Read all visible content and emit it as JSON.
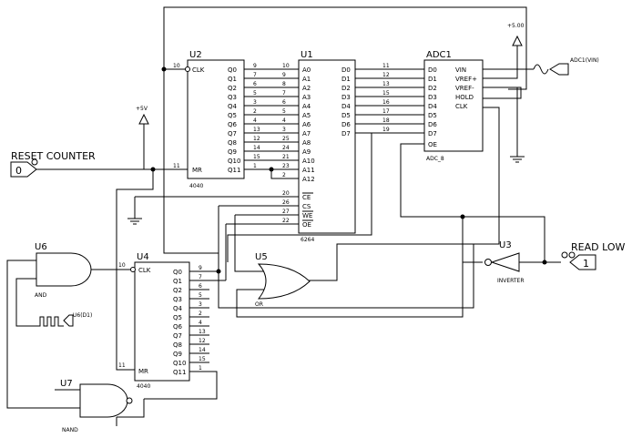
{
  "components": {
    "u2": {
      "ref": "U2",
      "part": "4040",
      "clk_label": "CLK",
      "mr_label": "MR",
      "clk_pin": "10",
      "mr_pin": "11",
      "outputs": [
        "Q0",
        "Q1",
        "Q2",
        "Q3",
        "Q4",
        "Q5",
        "Q6",
        "Q7",
        "Q8",
        "Q9",
        "Q10",
        "Q11"
      ],
      "output_pins": [
        "9",
        "7",
        "6",
        "5",
        "3",
        "2",
        "4",
        "13",
        "12",
        "14",
        "15",
        "1"
      ]
    },
    "u1": {
      "ref": "U1",
      "part": "6264",
      "address": [
        "A0",
        "A1",
        "A2",
        "A3",
        "A4",
        "A5",
        "A6",
        "A7",
        "A8",
        "A9",
        "A10",
        "A11",
        "A12"
      ],
      "address_pins": [
        "10",
        "9",
        "8",
        "7",
        "6",
        "5",
        "4",
        "3",
        "25",
        "24",
        "21",
        "23",
        "2"
      ],
      "data": [
        "D0",
        "D1",
        "D2",
        "D3",
        "D4",
        "D5",
        "D6",
        "D7"
      ],
      "data_pins": [
        "11",
        "12",
        "13",
        "15",
        "16",
        "17",
        "18",
        "19"
      ],
      "control": [
        "CE",
        "CS",
        "WE",
        "OE"
      ],
      "control_pins": [
        "20",
        "26",
        "27",
        "22"
      ]
    },
    "adc1": {
      "ref": "ADC1",
      "part": "ADC_8",
      "data": [
        "D0",
        "D1",
        "D2",
        "D3",
        "D4",
        "D5",
        "D6",
        "D7",
        "OE"
      ],
      "right_pins": [
        "VIN",
        "VREF+",
        "VREF-",
        "HOLD",
        "CLK"
      ]
    },
    "u4": {
      "ref": "U4",
      "part": "4040",
      "clk_label": "CLK",
      "mr_label": "MR",
      "clk_pin": "10",
      "mr_pin": "11",
      "outputs": [
        "Q0",
        "Q1",
        "Q2",
        "Q3",
        "Q4",
        "Q5",
        "Q6",
        "Q7",
        "Q8",
        "Q9",
        "Q10",
        "Q11"
      ],
      "output_pins": [
        "9",
        "7",
        "6",
        "5",
        "3",
        "2",
        "4",
        "13",
        "12",
        "14",
        "15",
        "1"
      ]
    },
    "u6": {
      "ref": "U6",
      "part": "AND",
      "clock_label": "U6(D1)"
    },
    "u7": {
      "ref": "U7",
      "part": "NAND"
    },
    "u5": {
      "ref": "U5",
      "part": "OR"
    },
    "u3": {
      "ref": "U3",
      "part": "INVERTER"
    }
  },
  "power": {
    "vcc5": "+5V",
    "vcc5b": "+5.00"
  },
  "signals": {
    "reset_label": "RESET COUNTER",
    "reset_value": "0",
    "read_label": "READ LOW",
    "read_value": "1",
    "adc_vin_label": "ADC1(VIN)"
  }
}
